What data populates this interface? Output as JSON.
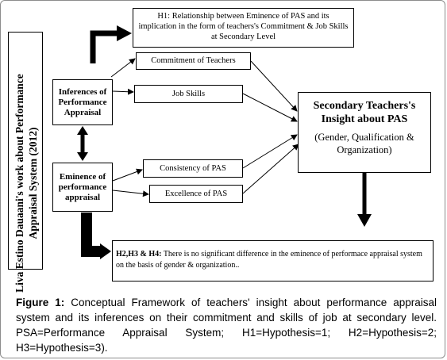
{
  "source_box": "Liva Estino Dauaani's work about Performance Appraisal System (2012)",
  "inferences_box": "Inferences of Performance Appraisal",
  "eminence_box": "Eminence of performance appraisal",
  "h1_box": "H1: Relationship between Eminence of PAS and its implication in the form of teachers's Commitment & Job Skills at Secondary Level",
  "commitment_box": "Commitment of Teachers",
  "job_skills_box": "Job Skills",
  "consistency_box": "Consistency of PAS",
  "excellence_box": "Excellence of PAS",
  "insight_box": {
    "title": "Secondary Teachers's Insight about PAS",
    "subtitle": "(Gender, Qualification & Organization)"
  },
  "h2_box": {
    "lead": "H2,H3 & H4:",
    "text": " There is no significant difference in the eminence of performace appraisal system on the basis of gender & organization.."
  },
  "caption": {
    "label": "Figure 1:",
    "text": " Conceptual Framework of teachers' insight about performance appraisal system and its inferences on their commitment and skills of job at secondary level. PSA=Performance Appraisal System; H1=Hypothesis=1; H2=Hypothesis=2; H3=Hypothesis=3)."
  }
}
